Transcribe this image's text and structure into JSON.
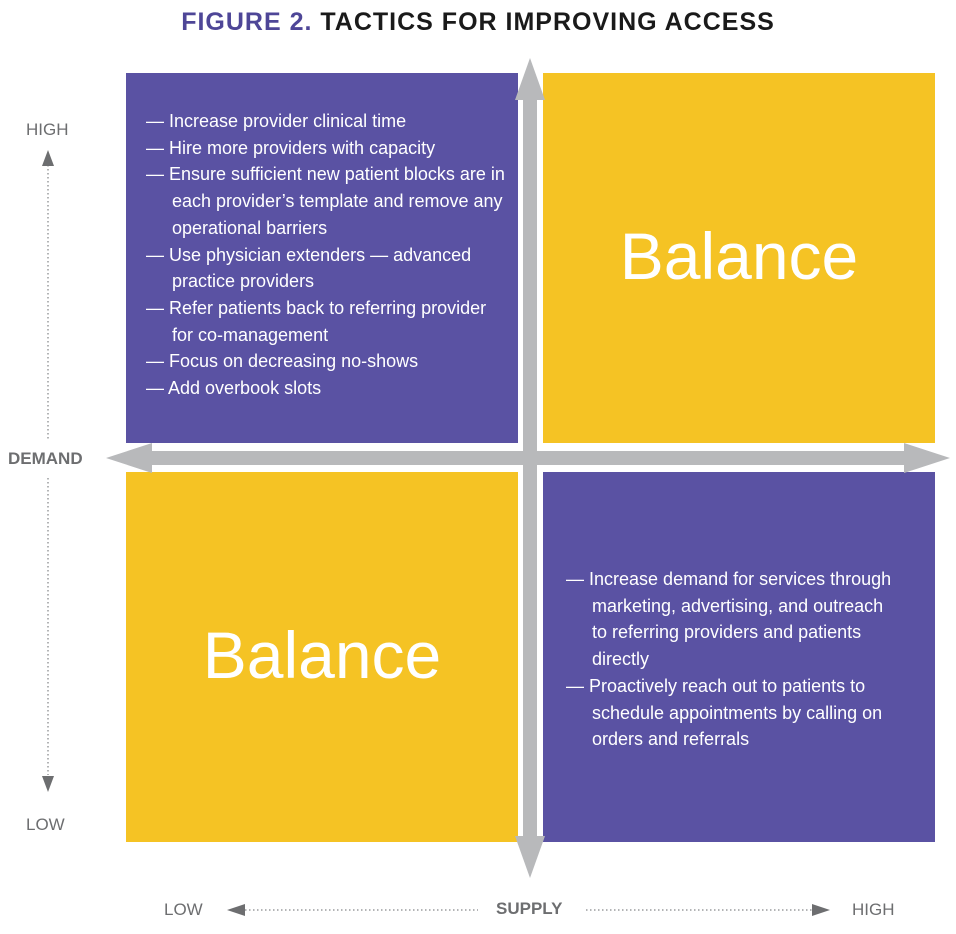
{
  "title": {
    "prefix": "FIGURE 2.",
    "text": "TACTICS FOR IMPROVING ACCESS"
  },
  "colors": {
    "purple": "#5a52a3",
    "yellow": "#f5c324",
    "axis": "#b8b9bb",
    "label": "#6d6e70"
  },
  "quadrants": {
    "top_left": {
      "items": [
        "Increase provider clinical time",
        "Hire more providers with capacity",
        "Ensure sufficient new patient blocks are in each provider’s template and remove any operational barriers",
        "Use physician extenders — advanced practice providers",
        "Refer patients back to referring provider for co-management",
        "Focus on decreasing no-shows",
        "Add overbook slots"
      ]
    },
    "top_right": {
      "label": "Balance"
    },
    "bottom_left": {
      "label": "Balance"
    },
    "bottom_right": {
      "items": [
        "Increase demand for services through marketing, advertising, and outreach to referring providers and patients directly",
        "Proactively reach out to patients to schedule appointments by calling on orders and referrals"
      ]
    }
  },
  "axes": {
    "demand": {
      "title": "DEMAND",
      "high": "HIGH",
      "low": "LOW"
    },
    "supply": {
      "title": "SUPPLY",
      "low": "LOW",
      "high": "HIGH"
    }
  }
}
